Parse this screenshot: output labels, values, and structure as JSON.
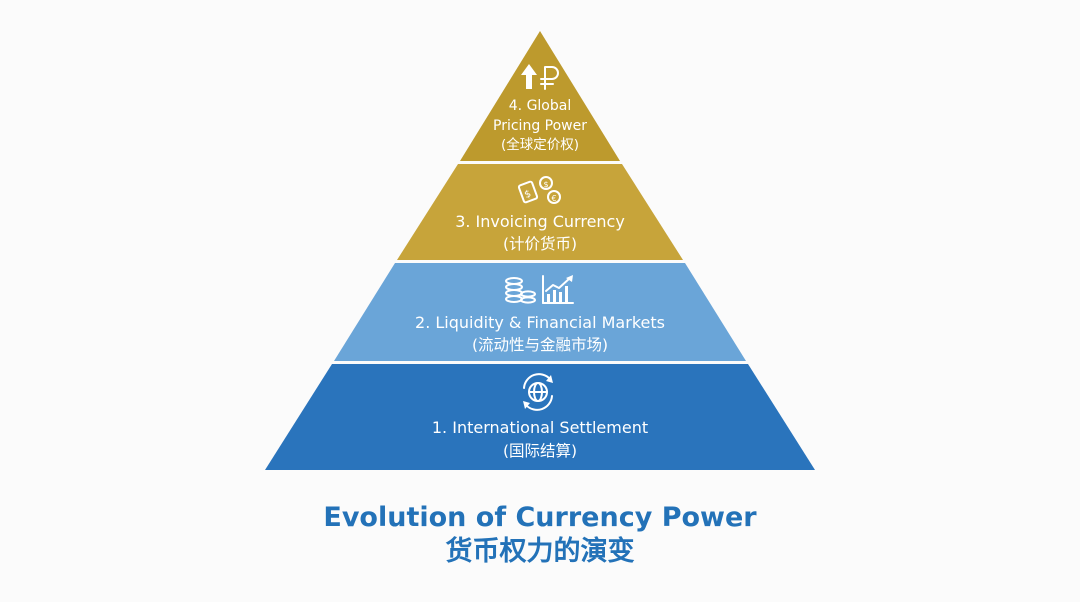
{
  "pyramid": {
    "tiers": [
      {
        "label_en": "1. International Settlement",
        "label_zh": "(国际结算)",
        "color": "#2a74bc",
        "icon": "globe-cycle-icon"
      },
      {
        "label_en": "2. Liquidity & Financial Markets",
        "label_zh": "(流动性与金融市场)",
        "color": "#6aa5d8",
        "icon": "coins-chart-icon"
      },
      {
        "label_en": "3. Invoicing Currency",
        "label_zh": "(计价货币)",
        "color": "#c7a43a",
        "icon": "currency-tags-icon"
      },
      {
        "label_en_line1": "4. Global",
        "label_en_line2": "Pricing Power",
        "label_zh": "(全球定价权)",
        "color": "#bd9a2d",
        "icon": "arrow-up-ruble-icon"
      }
    ]
  },
  "title": {
    "en": "Evolution of Currency Power",
    "zh": "货币权力的演变"
  }
}
